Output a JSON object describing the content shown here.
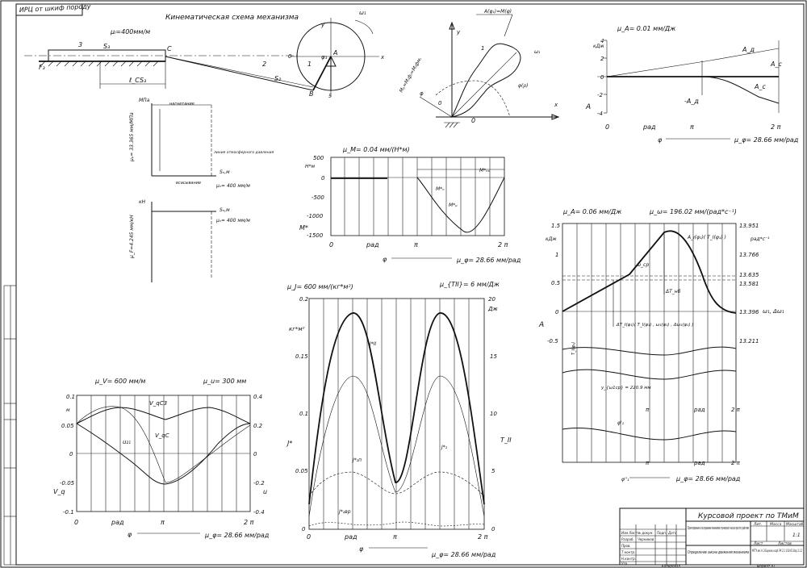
{
  "stamp_text": "ИРЦ от шкиф породу",
  "kinematic": {
    "title": "Кинематическая схема механизма",
    "mu_l": "μₗ=400мм/м",
    "labels": [
      "S₃",
      "3",
      "F₃",
      "C",
      "ℓ_CS₃",
      "2",
      "S₂",
      "B",
      "A",
      "1",
      "φ₁",
      "0",
      "ω₁",
      "5",
      "y",
      "x"
    ]
  },
  "polar": {
    "labels": [
      "A(φ₁)=M(φ)",
      "Mₚ=M₍ф₎=M₍фм₎",
      "φ",
      "φ(ρ)",
      "ω₁",
      "0",
      "1",
      "x",
      "y",
      "0"
    ]
  },
  "work_chart": {
    "mu": "μ_A= 0.01 мм/Дж",
    "y_unit": "кДж",
    "y_ticks": [
      "4",
      "2",
      "0",
      "-2",
      "-4"
    ],
    "x_ticks": [
      "0",
      "рад",
      "π",
      "2 π"
    ],
    "axis_label": "A",
    "phi": "φ",
    "mu_phi": "μ_φ= 28.66 мм/рад",
    "curve_labels": [
      "A_д",
      "A_с",
      "A_с",
      "-A_д"
    ]
  },
  "moments": {
    "mu": "μ_M= 0.04 мм/(Н*м)",
    "unit": "Н*м",
    "y_ticks": [
      "500",
      "0",
      "-500",
      "-1000",
      "-1500"
    ],
    "axis_label": "M*",
    "x_ticks": [
      "0",
      "рад",
      "π",
      "2 π"
    ],
    "phi": "φ",
    "mu_phi": "μ_φ= 28.66 мм/рад",
    "curve_labels": [
      "M*ₙₛ",
      "M*ₙ",
      "M*ₚ"
    ]
  },
  "indicator": {
    "mu_p": "μₚ= 33.365 мм/МПа",
    "unit": "МПа",
    "mu_s": "μₛ= 400 мм/м",
    "s_label": "Sₙ,м",
    "notes": [
      "линия атмосферного давления",
      "нагнетание",
      "всасывание"
    ]
  },
  "force_chart": {
    "mu_f": "μ_F=4.245 мм/кН",
    "unit": "кН",
    "mu_s": "μₛ= 400 мм/м",
    "s_label": "Sₙ,м"
  },
  "velocity": {
    "mu_v": "μ_V= 600 мм/м",
    "mu_u": "μ_u= 300 мм",
    "y_ticks_left": [
      "0.1",
      "0.05",
      "0",
      "-0.05",
      "-0.1"
    ],
    "y_ticks_right": [
      "0.4",
      "0.2",
      "0",
      "-0.2",
      "-0.4"
    ],
    "left_label": "V_q",
    "right_label": "u",
    "x_ticks": [
      "0",
      "рад",
      "π",
      "2 π"
    ],
    "phi": "φ",
    "mu_phi": "μ_φ= 28.66 мм/рад",
    "curve_labels": [
      "V_qC3",
      "u₂₁",
      "V_qC"
    ],
    "left_unit": "м"
  },
  "inertia": {
    "mu_j": "μ_J= 600 мм/(кг*м²)",
    "mu_t": "μ_{TII}= 6 мм/Дж",
    "y_ticks_left": [
      "0.2",
      "0.15",
      "0.1",
      "0.05",
      "0"
    ],
    "y_ticks_right": [
      "20",
      "15",
      "10",
      "5",
      "0"
    ],
    "left_unit": "кг*м²",
    "right_unit": "Дж",
    "left_label": "J*",
    "right_label": "T_II",
    "x_ticks": [
      "0",
      "рад",
      "π",
      "2 π"
    ],
    "phi": "φ",
    "mu_phi": "μ_φ= 28.66 мм/рад",
    "curve_labels": [
      "J*II",
      "J*₂",
      "J*₂п",
      "J*₂вр"
    ]
  },
  "energy": {
    "mu_a": "μ_A= 0.06 мм/Дж",
    "mu_omega": "μ_ω= 196.02 мм/(рад*с⁻¹)",
    "unit_left": "кДж",
    "unit_right": "рад*с⁻¹",
    "y_ticks_left": [
      "1.5",
      "1",
      "0.5",
      "0",
      "-0.5"
    ],
    "y_ticks_right": [
      "13.951",
      "13.766",
      "13.635",
      "13.581",
      "13.396",
      "13.211"
    ],
    "left_label": "A",
    "right_label": "ω₁, Δω₁",
    "notes": [
      "A_ı(φ₁)( T_I(φ₁) )",
      "ω_ср",
      "ΔT_нб",
      "ΔT_I(φ₁)( T_I(φ₁) , ω₁(φ₁) , Δω₁(φ₁) )",
      "T_I(φ₁)",
      "y_{ω1ср} = 220.9 мм",
      "φ'₁",
      "φ''₁"
    ],
    "x_ticks": [
      "π",
      "рад",
      "2 π"
    ],
    "mu_phi": "μ_φ= 28.66 мм/рад"
  },
  "title_block": {
    "project": "Курсовой проект по ТМиМ",
    "description": "Проектирование и исследование механизмов плунжерного насоса простого действия",
    "sheet_title": "Определение закона движения механизма",
    "org": "МГТУ им. Н.Э.Баумана каф. РК 2.3 1/10-61 Вар 3.1.2",
    "cols": [
      "Лит.",
      "Масса",
      "Масштаб"
    ],
    "sheet": "Лист",
    "sheets": "Листов",
    "scale_val": "1:1",
    "rows": [
      "Изм Лист",
      "№ докум.",
      "Подп.",
      "Дата",
      "Разраб.",
      "Пров.",
      "Т.контр.",
      "Н.контр.",
      "Утв."
    ],
    "author": "Черников",
    "format": "Формат А1",
    "copied": "Копировал"
  }
}
